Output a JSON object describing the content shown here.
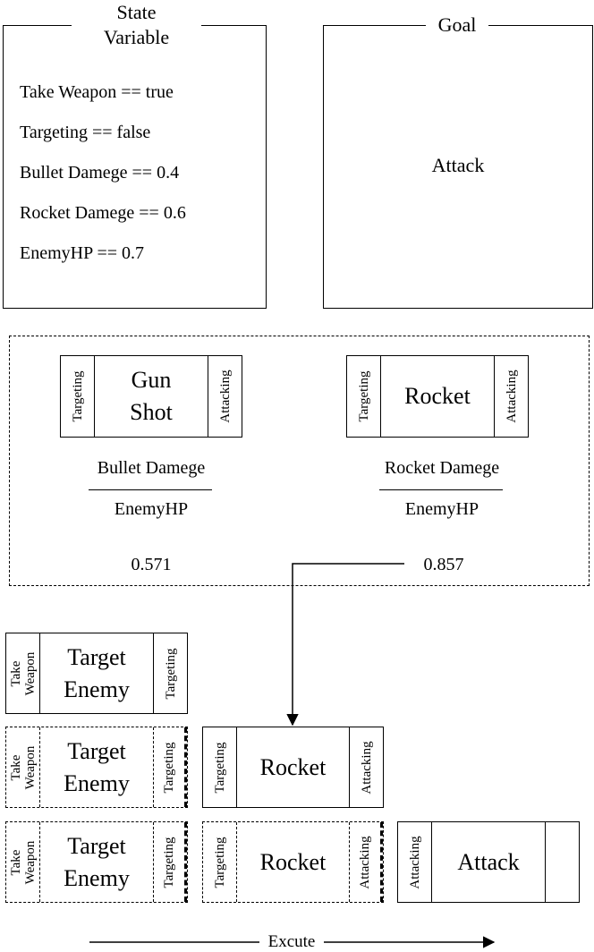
{
  "state_variable": {
    "title": "State\nVariable",
    "lines": [
      "Take Weapon == true",
      "Targeting == false",
      "Bullet Damege == 0.4",
      "Rocket Damege == 0.6",
      "EnemyHP == 0.7"
    ]
  },
  "goal": {
    "title": "Goal",
    "value": "Attack"
  },
  "actions": {
    "gun_shot": {
      "pre": "Targeting",
      "name": "Gun\nShot",
      "effect": "Attacking",
      "numerator": "Bullet Damege",
      "denominator": "EnemyHP",
      "score": "0.571"
    },
    "rocket": {
      "pre": "Targeting",
      "name": "Rocket",
      "effect": "Attacking",
      "numerator": "Rocket Damege",
      "denominator": "EnemyHP",
      "score": "0.857"
    }
  },
  "plan": {
    "target_enemy": {
      "pre": "Take\nWeapon",
      "name": "Target\nEnemy",
      "effect": "Targeting"
    },
    "rocket": {
      "pre": "Targeting",
      "name": "Rocket",
      "effect": "Attacking"
    },
    "attack": {
      "pre": "Attacking",
      "name": "Attack"
    }
  },
  "execute_label": "Excute"
}
